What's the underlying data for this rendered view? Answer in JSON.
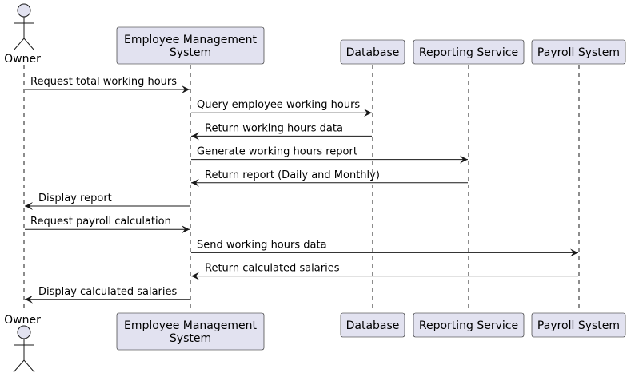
{
  "colors": {
    "participant_fill": "#E2E2F0",
    "participant_border": "#181818",
    "lifeline": "#181818",
    "arrow": "#181818",
    "background": "#FFFFFF"
  },
  "participants": [
    {
      "id": "owner",
      "type": "actor",
      "label": "Owner",
      "icon": "actor-stick-figure-icon"
    },
    {
      "id": "ems",
      "type": "box",
      "label_lines": [
        "Employee Management",
        "System"
      ]
    },
    {
      "id": "db",
      "type": "box",
      "label_lines": [
        "Database"
      ]
    },
    {
      "id": "reporting",
      "type": "box",
      "label_lines": [
        "Reporting Service"
      ]
    },
    {
      "id": "payroll",
      "type": "box",
      "label_lines": [
        "Payroll System"
      ]
    }
  ],
  "messages": [
    {
      "from": "owner",
      "to": "ems",
      "label": "Request total working hours"
    },
    {
      "from": "ems",
      "to": "db",
      "label": "Query employee working hours"
    },
    {
      "from": "db",
      "to": "ems",
      "label": "Return working hours data"
    },
    {
      "from": "ems",
      "to": "reporting",
      "label": "Generate working hours report"
    },
    {
      "from": "reporting",
      "to": "ems",
      "label": "Return report (Daily and Monthly)"
    },
    {
      "from": "ems",
      "to": "owner",
      "label": "Display report"
    },
    {
      "from": "owner",
      "to": "ems",
      "label": "Request payroll calculation"
    },
    {
      "from": "ems",
      "to": "payroll",
      "label": "Send working hours data"
    },
    {
      "from": "payroll",
      "to": "ems",
      "label": "Return calculated salaries"
    },
    {
      "from": "ems",
      "to": "owner",
      "label": "Display calculated salaries"
    }
  ]
}
